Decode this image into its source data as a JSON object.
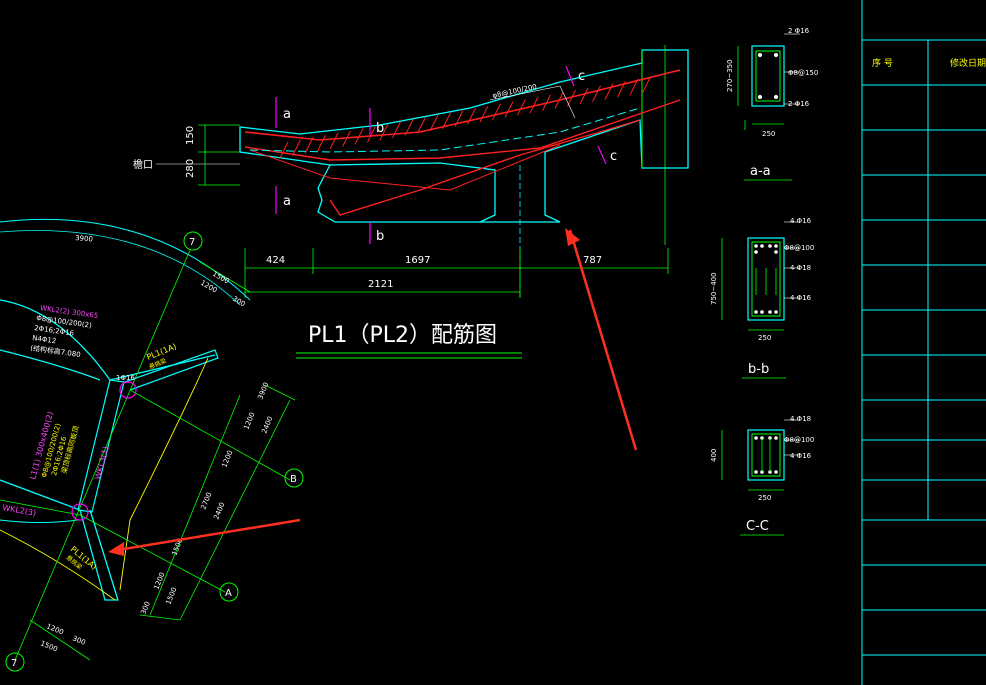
{
  "drawing": {
    "title": "PL1（PL2）配筋图",
    "eave_label": "檐口",
    "stirrup_note": "φ8@100/200",
    "cut_marks": [
      "a",
      "a",
      "b",
      "b",
      "c",
      "c"
    ],
    "elevation_dims": {
      "h_150": "150",
      "h_280": "280",
      "span_424": "424",
      "span_1697": "1697",
      "span_787": "787",
      "span_2121": "2121"
    }
  },
  "sections": [
    {
      "id": "a-a",
      "label": "a-a",
      "width": "250",
      "height": "270~350",
      "top_bar": "2 Φ16",
      "stirrup": "Φ8@150",
      "bottom_bar": "2 Φ16"
    },
    {
      "id": "b-b",
      "label": "b-b",
      "width": "250",
      "height": "750~400",
      "top_bar": "4 Φ16",
      "stirrup": "Φ8@100",
      "mid_bar": "4 Φ18",
      "bottom_bar": "4 Φ16"
    },
    {
      "id": "c-c",
      "label": "C-C",
      "width": "250",
      "height": "400",
      "top_bar": "4 Φ18",
      "stirrup": "Φ8@100",
      "bottom_bar": "4 Φ16"
    }
  ],
  "revision_table": {
    "col_no": "序  号",
    "col_date": "修改日期"
  },
  "plan": {
    "grid_7_top": "7",
    "grid_B": "B",
    "grid_A": "A",
    "grid_7_bottom": "7",
    "beam_wkl2": "WKL2(2) 300x65",
    "beam_wkl2_rebar1": "Φ8@100/200(2)",
    "beam_wkl2_rebar2": "2Φ16;2Φ16",
    "beam_wkl2_rebar3": "N4Φ12",
    "beam_wkl2_elev": "(结构标高7.080",
    "beam_l1": "L1(1) 300x400(2)",
    "beam_l1_r1": "Φ8@100/200(2)",
    "beam_l1_r2": "2Φ16;2Φ16",
    "beam_l1_r3": "梁顶标高同板顶",
    "beam_wkl3": "WKL3(1)",
    "beam_wkl2_3": "WKL2(3)",
    "pl1_top": "PL1(1A)",
    "pl1_top_sub": "悬挑梁",
    "pl1_bottom": "PL1(1A)",
    "pl1_bottom_sub": "悬挑梁",
    "col_mark": "1Φ16",
    "dim_3900": "3900",
    "dim_1500a": "1500",
    "dim_1200a": "1200",
    "dim_300a": "300",
    "dim_3900r": "3900",
    "dim_1200r": "1200",
    "dim_2400r": "2400",
    "dim_2700": "2700",
    "dim_1200m": "1200",
    "dim_2400m": "2400",
    "dim_1500m": "1500",
    "dim_1200b": "1200",
    "dim_300b": "300",
    "dim_1200bl": "1200",
    "dim_1500bl": "1500",
    "dim_300bl": "300"
  },
  "colors": {
    "background": "#000000",
    "concrete": "#00ffff",
    "rebar": "#ff2020",
    "dimension": "#00ff00",
    "text": "#ffffff",
    "cut_mark": "#ff00ff",
    "label_plan": "#ffff00",
    "arrow": "#ff3020",
    "table": "#00ffff"
  }
}
